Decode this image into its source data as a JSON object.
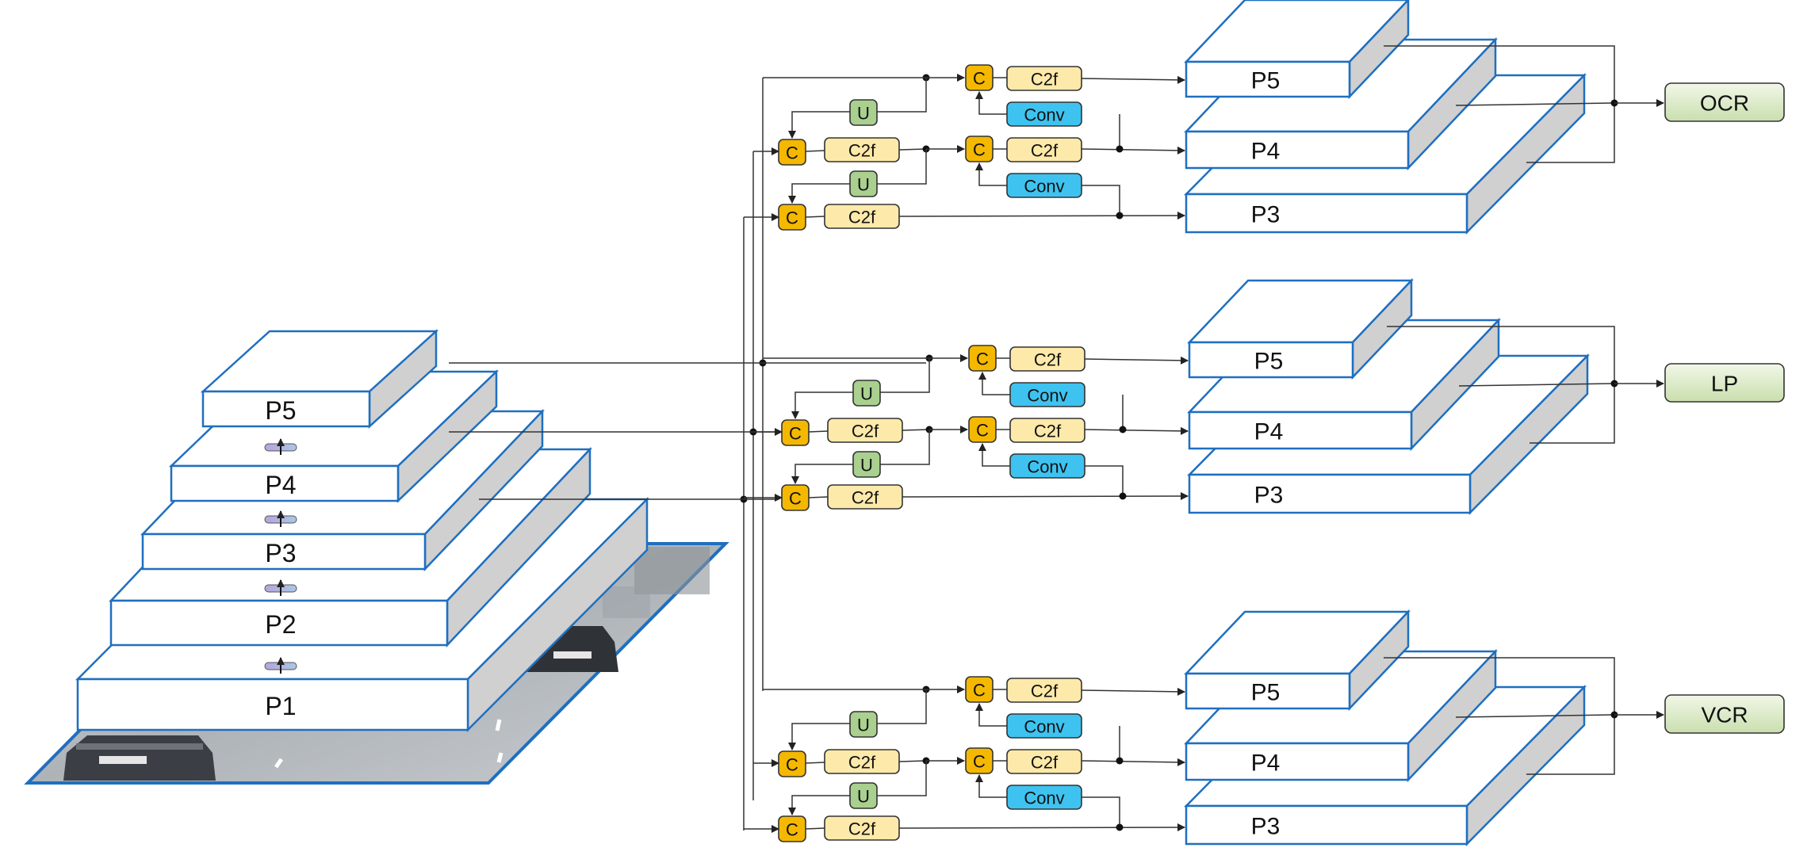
{
  "backbone": {
    "levels": [
      "P1",
      "P2",
      "P3",
      "P4",
      "P5"
    ]
  },
  "heads": [
    {
      "output": "OCR",
      "levels": [
        "P5",
        "P4",
        "P3"
      ],
      "concat": "C",
      "c2f": "C2f",
      "upsample": "U",
      "conv": "Conv"
    },
    {
      "output": "LP",
      "levels": [
        "P5",
        "P4",
        "P3"
      ],
      "concat": "C",
      "c2f": "C2f",
      "upsample": "U",
      "conv": "Conv"
    },
    {
      "output": "VCR",
      "levels": [
        "P5",
        "P4",
        "P3"
      ],
      "concat": "C",
      "c2f": "C2f",
      "upsample": "U",
      "conv": "Conv"
    }
  ],
  "colors": {
    "slab_stroke": "#1f6fc0",
    "slab_side": "#d0d0d0",
    "concat_fill": "#f5b800",
    "c2f_fill": "#fde9a9",
    "upsample_fill": "#a9d08e",
    "conv_fill": "#3ec3f0",
    "output_fill_top": "#f2f7e8",
    "output_fill_bottom": "#c9dfae",
    "road": "#b8bcc0",
    "line": "#333333"
  }
}
